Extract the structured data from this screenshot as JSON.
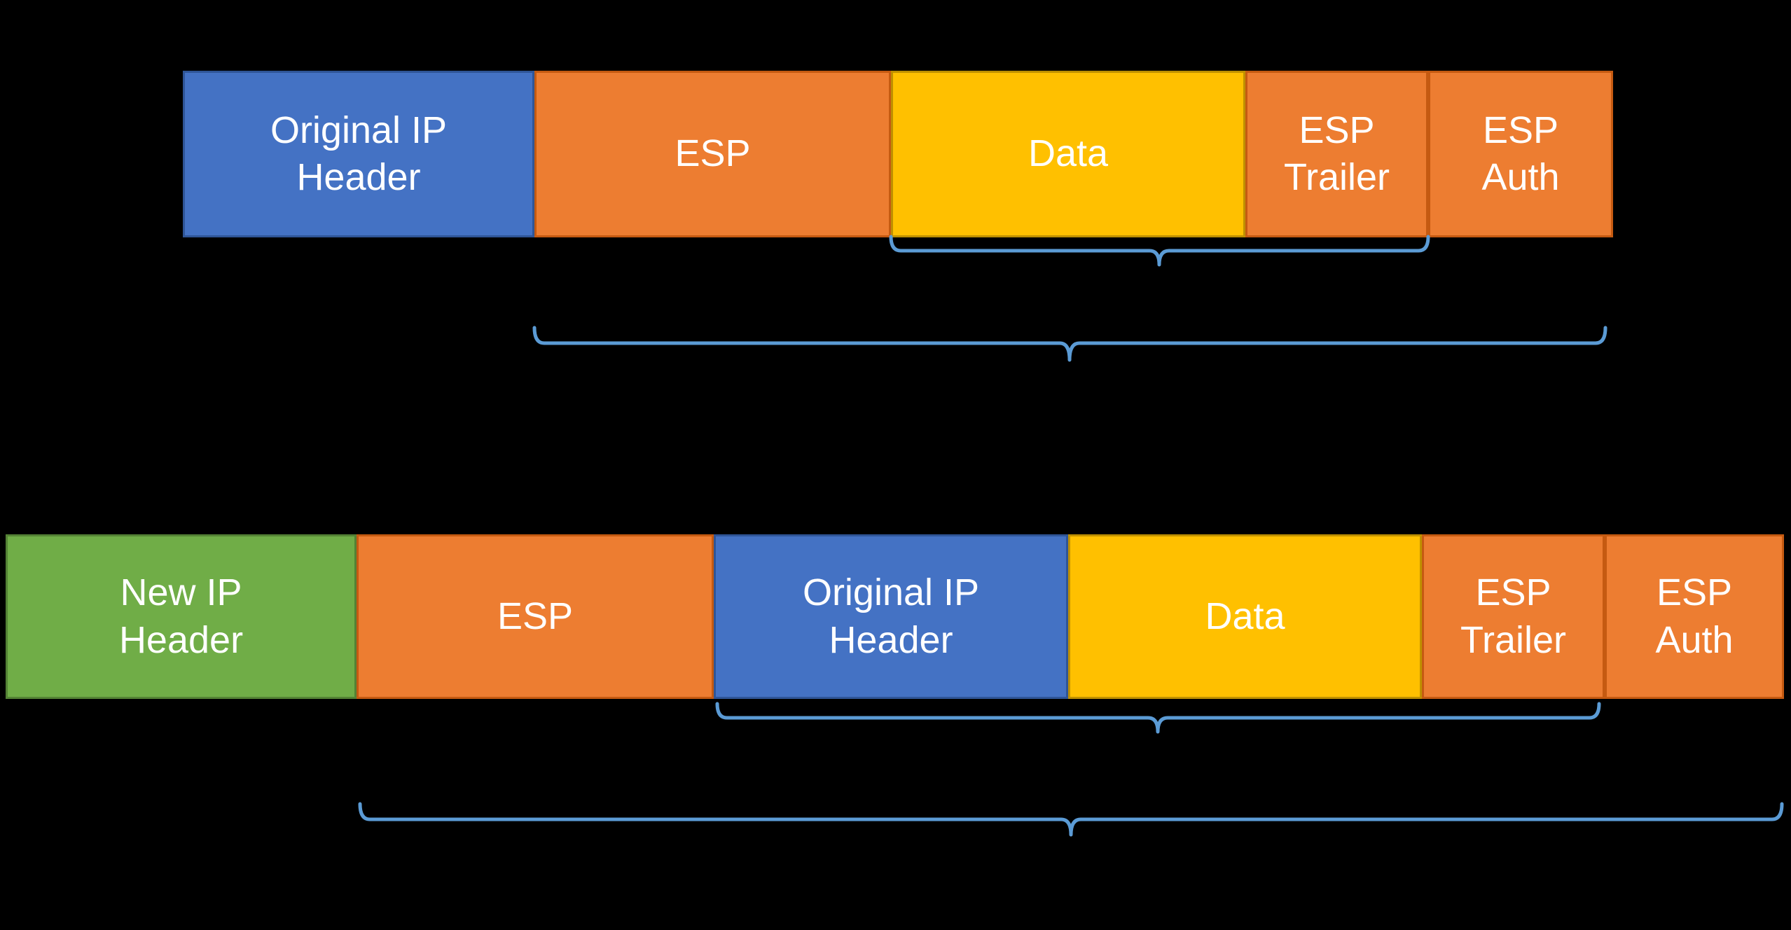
{
  "canvas": {
    "background": "#000000"
  },
  "colors": {
    "brace": "#5B9BD5",
    "blue_fill": "#4472C4",
    "blue_border": "#2F5597",
    "orange_fill": "#ED7D31",
    "orange_border": "#C55A11",
    "yellow_fill": "#FFC000",
    "yellow_border": "#BF9000",
    "green_fill": "#70AD47",
    "green_border": "#548235",
    "label_text": "#FFFFFF"
  },
  "transport_row": {
    "segments": [
      {
        "label": "Original IP\nHeader"
      },
      {
        "label": "ESP"
      },
      {
        "label": "Data"
      },
      {
        "label": "ESP\nTrailer"
      },
      {
        "label": "ESP\nAuth"
      }
    ]
  },
  "tunnel_row": {
    "segments": [
      {
        "label": "New IP\nHeader"
      },
      {
        "label": "ESP"
      },
      {
        "label": "Original IP\nHeader"
      },
      {
        "label": "Data"
      },
      {
        "label": "ESP\nTrailer"
      },
      {
        "label": "ESP\nAuth"
      }
    ]
  }
}
